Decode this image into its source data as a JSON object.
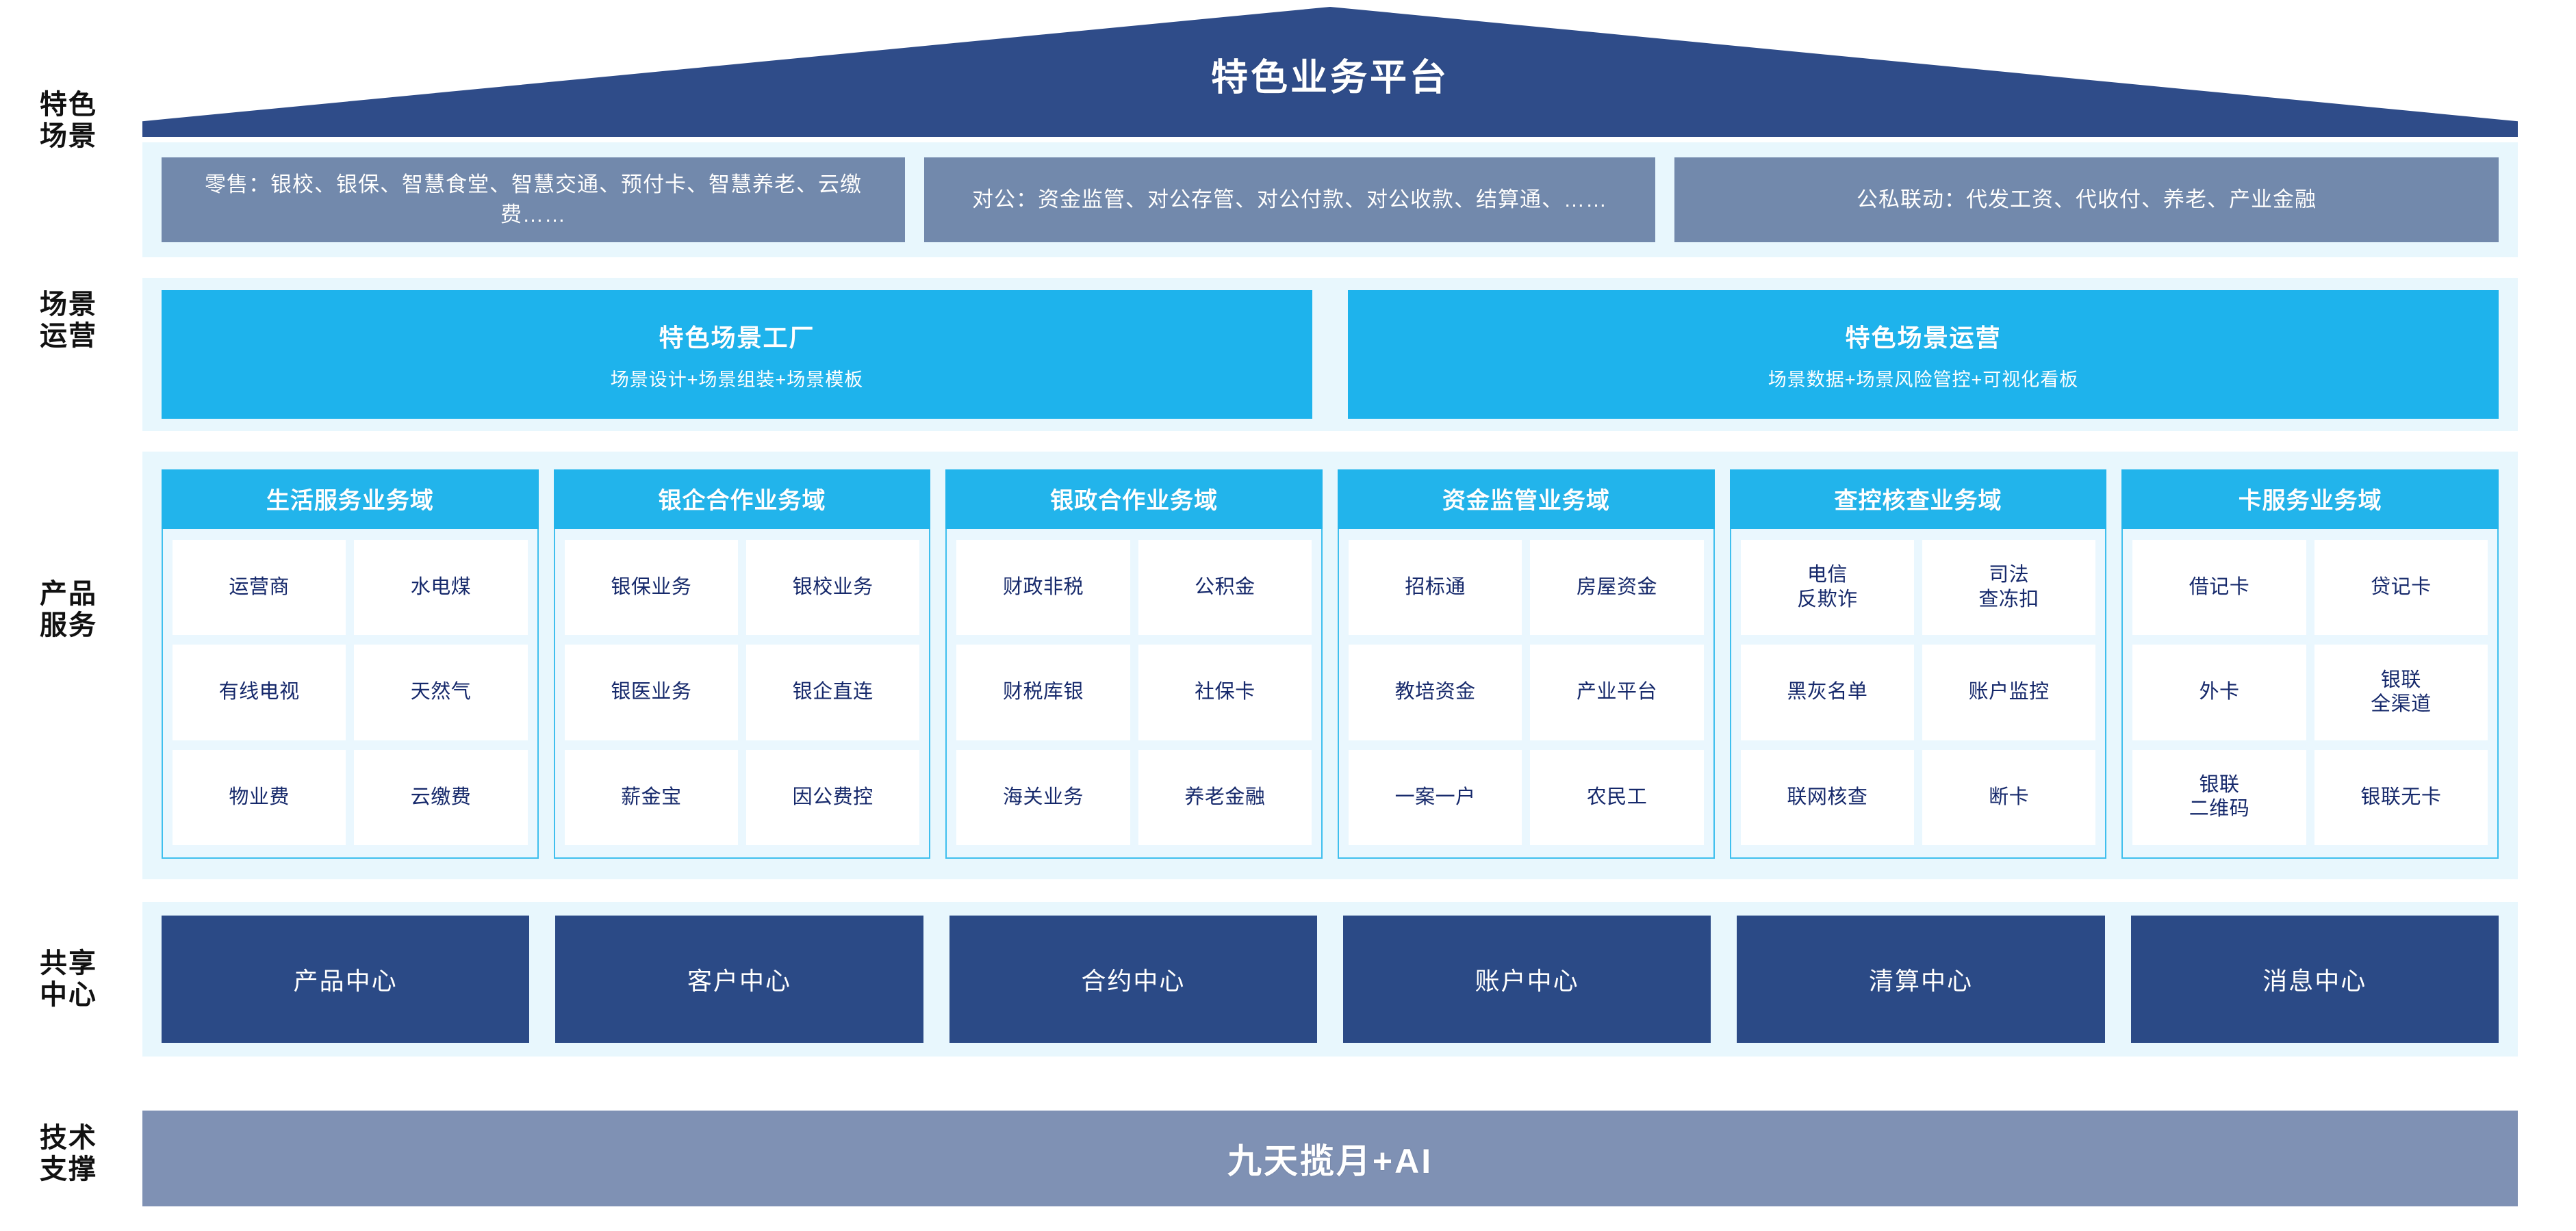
{
  "header": {
    "title": "特色业务平台"
  },
  "colors": {
    "navy": "#2f4c89",
    "cyan": "#22b4eb",
    "slate": "#7289ac",
    "band": "#e8f7fd",
    "gray_blue": "#7f91b4",
    "cell_text": "#16296b"
  },
  "rows": {
    "scenario": {
      "label": "特色\n场景"
    },
    "operation": {
      "label": "场景\n运营"
    },
    "product": {
      "label": "产品\n服务"
    },
    "shared": {
      "label": "共享\n中心"
    },
    "tech": {
      "label": "技术\n支撑"
    }
  },
  "scenario_boxes": [
    {
      "text": "零售：银校、银保、智慧食堂、智慧交通、预付卡、智慧养老、云缴费……"
    },
    {
      "text": "对公：资金监管、对公存管、对公付款、对公收款、结算通、……"
    },
    {
      "text": "公私联动：代发工资、代收付、养老、产业金融"
    }
  ],
  "operation_boxes": [
    {
      "title": "特色场景工厂",
      "subtitle": "场景设计+场景组装+场景模板"
    },
    {
      "title": "特色场景运营",
      "subtitle": "场景数据+场景风险管控+可视化看板"
    }
  ],
  "product_columns": [
    {
      "title": "生活服务业务域",
      "cells": [
        "运营商",
        "水电煤",
        "有线电视",
        "天然气",
        "物业费",
        "云缴费"
      ]
    },
    {
      "title": "银企合作业务域",
      "cells": [
        "银保业务",
        "银校业务",
        "银医业务",
        "银企直连",
        "薪金宝",
        "因公费控"
      ]
    },
    {
      "title": "银政合作业务域",
      "cells": [
        "财政非税",
        "公积金",
        "财税库银",
        "社保卡",
        "海关业务",
        "养老金融"
      ]
    },
    {
      "title": "资金监管业务域",
      "cells": [
        "招标通",
        "房屋资金",
        "教培资金",
        "产业平台",
        "一案一户",
        "农民工"
      ]
    },
    {
      "title": "查控核查业务域",
      "cells": [
        "电信\n反欺诈",
        "司法\n查冻扣",
        "黑灰名单",
        "账户监控",
        "联网核查",
        "断卡"
      ]
    },
    {
      "title": "卡服务业务域",
      "cells": [
        "借记卡",
        "贷记卡",
        "外卡",
        "银联\n全渠道",
        "银联\n二维码",
        "银联无卡"
      ]
    }
  ],
  "shared_centers": [
    {
      "label": "产品中心"
    },
    {
      "label": "客户中心"
    },
    {
      "label": "合约中心"
    },
    {
      "label": "账户中心"
    },
    {
      "label": "清算中心"
    },
    {
      "label": "消息中心"
    }
  ],
  "tech_support": {
    "label": "九天揽月+AI"
  }
}
